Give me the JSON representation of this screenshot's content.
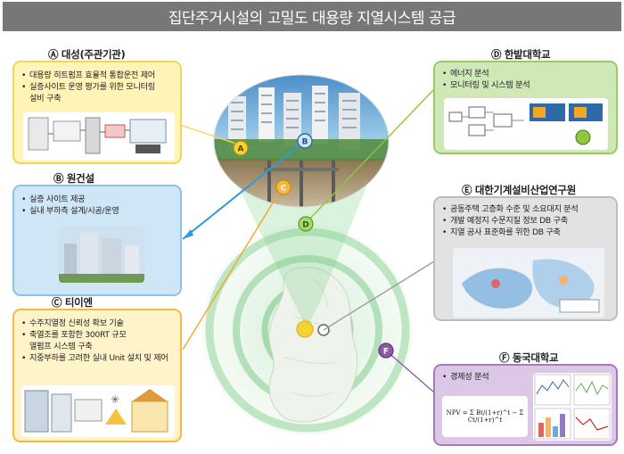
{
  "title": "집단주거시설의 고밀도 대용량 지열시스템 공급",
  "panels": {
    "a": {
      "heading": "Ⓐ 대성(주관기관)",
      "items": [
        "대용량 히트펌프 효율적 통합운전 제어",
        "실증사이트 운영 평가를 위한 모니터링",
        "설비 구축"
      ]
    },
    "b": {
      "heading": "Ⓑ 원건설",
      "items": [
        "실증 사이트 제공",
        "실내 부하측 설계/시공/운영"
      ]
    },
    "c": {
      "heading": "Ⓒ 티이엔",
      "items": [
        "수주지열정 신뢰성 확보 기술",
        "축열조를 포함한 300RT 규모",
        "열펌프 시스템 구축",
        "지중부하를 고려한 실내 Unit 설치 및 제어"
      ]
    },
    "d": {
      "heading": "Ⓓ 한밭대학교",
      "items": [
        "에너지 분석",
        "모니터링 및 시스템 분석"
      ]
    },
    "e": {
      "heading": "Ⓔ 대한기계설비산업연구원",
      "items": [
        "공동주택 고층화 수준 및 소요대지 분석",
        "개발 예정지 수문지질 정보 DB 구축",
        "지열 공사 표준화를 위한 DB 구축"
      ]
    },
    "f": {
      "heading": "Ⓕ 동국대학교",
      "items": [
        "경제성 분석"
      ],
      "formula": "NPV = Σ Bt/(1+r)^t − Σ Ct/(1+r)^t"
    }
  },
  "badges": [
    "A",
    "B",
    "C",
    "D",
    "F"
  ],
  "colors": {
    "a": "#f2d65a",
    "b": "#2f9bd7",
    "c": "#f5a623",
    "d": "#8dc63f",
    "e": "#9e9e9e",
    "f": "#8e5aa8"
  }
}
